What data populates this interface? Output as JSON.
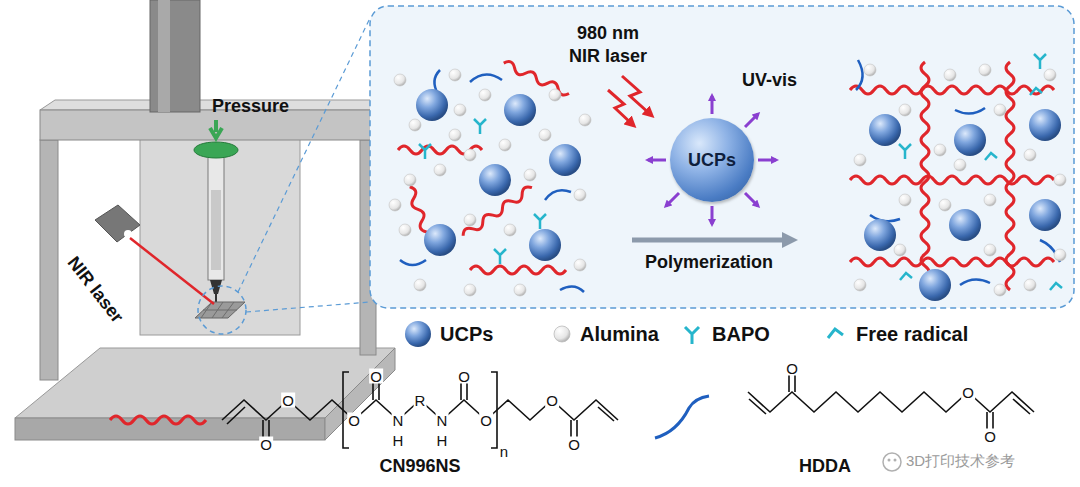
{
  "diagram": {
    "nodes": [
      {
        "text": [
          "UCPs"
        ]
      }
    ],
    "labels": [
      "Pressure",
      "NIR laser",
      "980 nm NIR laser",
      "UV-vis",
      "Polymerization",
      "CN996NS",
      "HDDA",
      "O",
      "O",
      "O",
      "O",
      "N",
      "H",
      "R",
      "N",
      "H",
      "O",
      "O",
      "n",
      "O",
      "O",
      "O",
      "O",
      "O",
      "3D打印技术参考"
    ],
    "legend": [
      {
        "text": "UCPs"
      },
      {
        "text": "Alumina"
      },
      {
        "text": "BAPO"
      },
      {
        "text": "Free radical"
      }
    ]
  }
}
